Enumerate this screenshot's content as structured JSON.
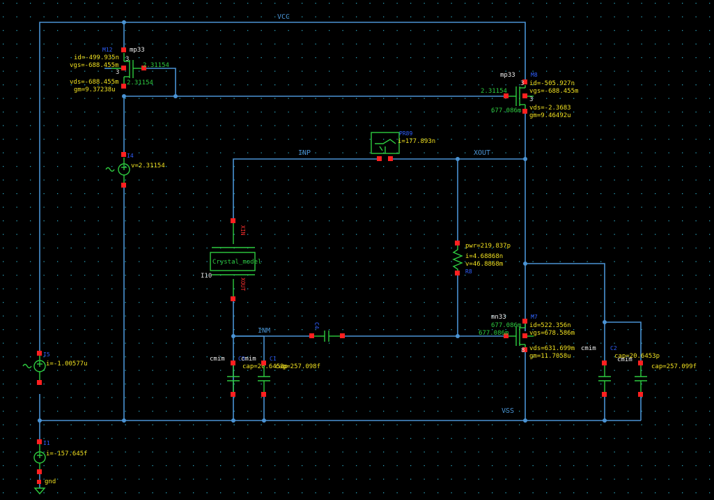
{
  "nets": {
    "vcc": "VCC",
    "vss": "VSS",
    "inp": "INP",
    "xout": "XOUT",
    "inm": "INM"
  },
  "devices": {
    "m_top_left": {
      "inst": "M12",
      "cell": "mp33",
      "id": "id=-499.935n",
      "vgs": "vgs=-688.455m",
      "vds": "vds=-688.455m",
      "gm": "gm=9.37238u",
      "node_gate": "2.31154",
      "node_drain": "2.31154",
      "pin_d": "3",
      "pin_s": "3"
    },
    "m_top_right": {
      "inst": "M8",
      "cell": "mp33",
      "id": "id=-505.927n",
      "vgs": "vgs=-688.455m",
      "vds": "vds=-2.3683",
      "gm": "gm=9.46492u",
      "node_gate": "2.31154",
      "node_drain": "677.086m",
      "pin_d": "3",
      "pin_s": "3"
    },
    "m_bottom_right": {
      "inst": "M7",
      "cell": "mn33",
      "id": "id=522.356n",
      "vgs": "vgs=678.586m",
      "vds": "vds=631.699m",
      "gm": "gm=11.7058u",
      "node_drain": "677.086m",
      "node_gate": "677.086m",
      "pin_b": "8"
    },
    "probe": {
      "inst": "PR89",
      "current": "i=177.893n"
    },
    "v_mid": {
      "inst": "I4",
      "value": "v=2.31154"
    },
    "i_left": {
      "inst": "I5",
      "value": "i=-1.00577u"
    },
    "i_gnd": {
      "inst": "I1",
      "value": "i=-157.645f",
      "gnd_label": "gnd"
    },
    "crystal": {
      "label": "Crystal_model",
      "inst": "I10",
      "pin_top": "XIN",
      "pin_bottom": "XOUT"
    },
    "res": {
      "pwr": "pwr=219.837p",
      "i": "i=4.68868n",
      "v": "v=46.8868m",
      "inst": "R8"
    },
    "cap_series": {
      "inst": "C4"
    },
    "cap_bl1": {
      "cell": "cmim",
      "inst": "C3",
      "cap": "cap=20.6453p"
    },
    "cap_bl2": {
      "cell": "cmim",
      "inst": "C1",
      "cap": "cap=257.098f"
    },
    "cap_br1": {
      "cell": "cmim",
      "inst": "C2",
      "cap": "cap=20.6453p"
    },
    "cap_br2": {
      "cell": "cmim",
      "cap": "cap=257.099f"
    }
  }
}
